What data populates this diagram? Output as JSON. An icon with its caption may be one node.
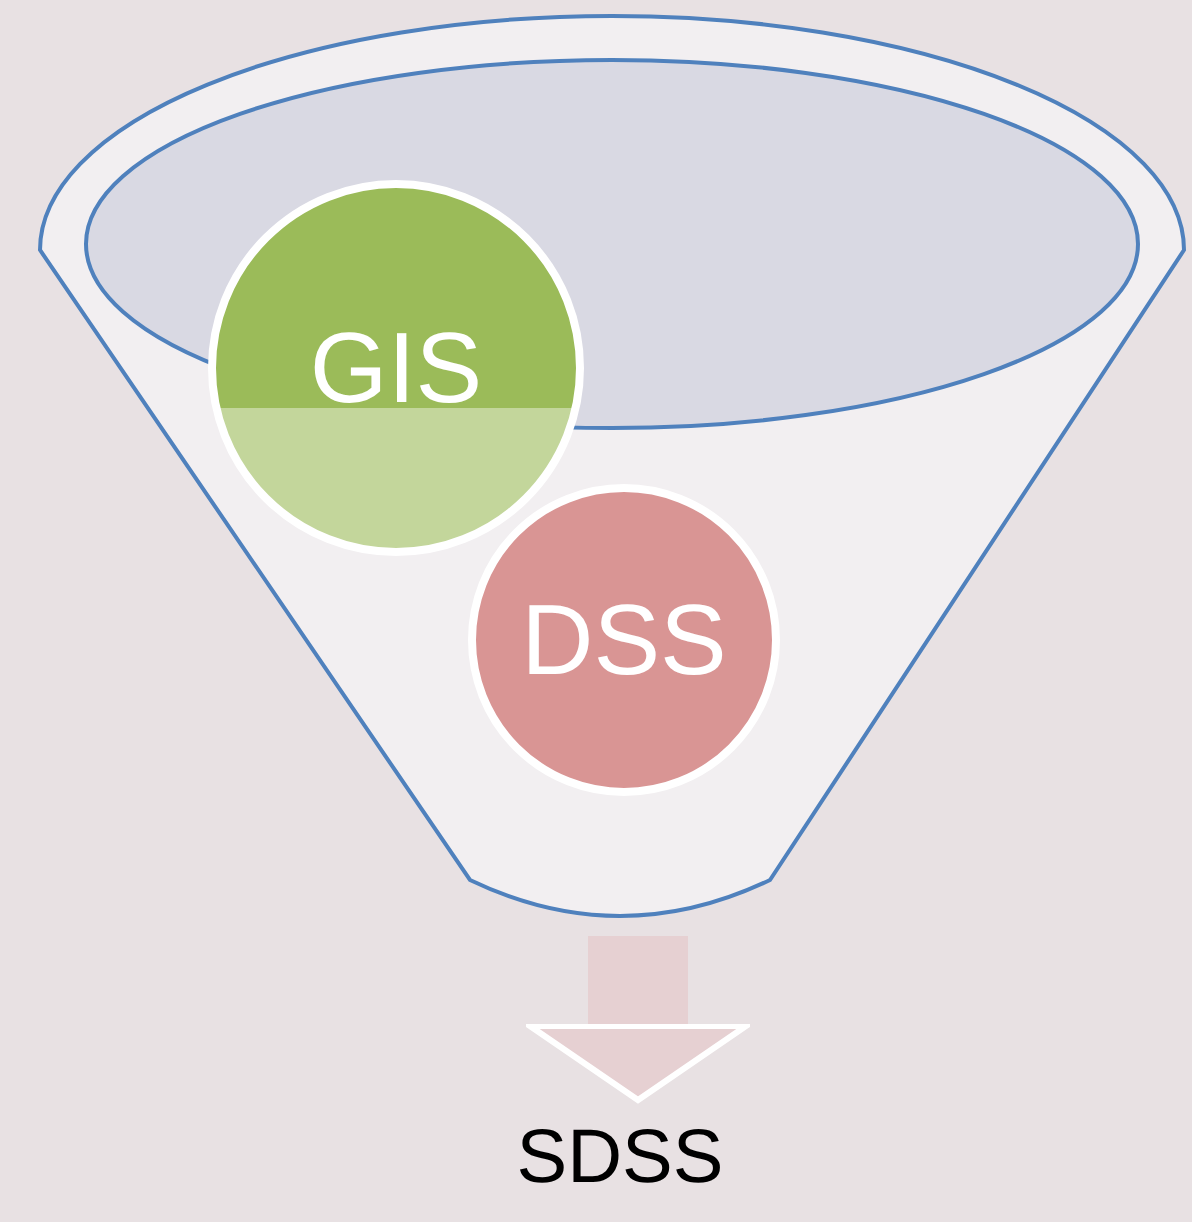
{
  "diagram": {
    "nodes": [
      {
        "text": [],
        "shape": "funnel"
      },
      {
        "text": [
          "GIS"
        ],
        "in": 0
      },
      {
        "text": [
          "DSS"
        ],
        "in": 0
      },
      {
        "text": [
          "SDSS"
        ]
      }
    ],
    "edges": [
      {
        "from": 0,
        "to": 3,
        "arrow": "to"
      }
    ]
  }
}
